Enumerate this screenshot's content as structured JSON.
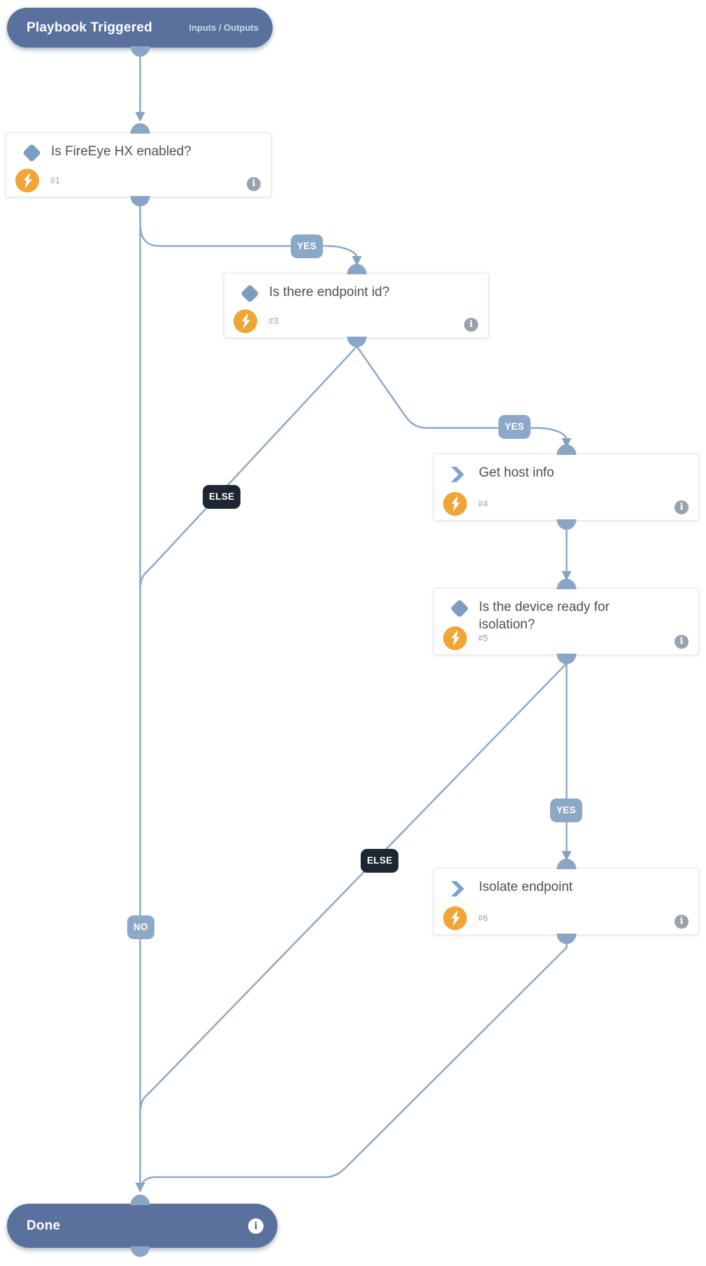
{
  "start_node": {
    "title": "Playbook Triggered",
    "link_label": "Inputs / Outputs"
  },
  "end_node": {
    "title": "Done"
  },
  "nodes": [
    {
      "number": "#1",
      "title": "Is FireEye HX enabled?",
      "type": "condition"
    },
    {
      "number": "#3",
      "title": "Is there endpoint id?",
      "type": "condition"
    },
    {
      "number": "#4",
      "title": "Get host info",
      "type": "task"
    },
    {
      "number": "#5",
      "title": "Is the device ready for isolation?",
      "type": "condition"
    },
    {
      "number": "#6",
      "title": "Isolate endpoint",
      "type": "task"
    }
  ],
  "edge_labels": [
    {
      "text": "YES"
    },
    {
      "text": "ELSE"
    },
    {
      "text": "YES"
    },
    {
      "text": "YES"
    },
    {
      "text": "ELSE"
    },
    {
      "text": "NO"
    }
  ],
  "icons": {
    "condition": "diamond-icon",
    "task": "chevron-right-icon",
    "automation": "lightning-bolt-icon",
    "details": "info-icon"
  },
  "colors": {
    "pill_bg": "#5a719e",
    "connector": "#8fa9c8",
    "yes_no_badge_bg": "#8ca8c7",
    "else_badge_bg": "#1d2633",
    "automation_badge_bg": "#f0a636",
    "condition_icon": "#7d9cc1",
    "task_icon": "#7fa3c9",
    "info_icon_bg": "#99a3ab"
  }
}
